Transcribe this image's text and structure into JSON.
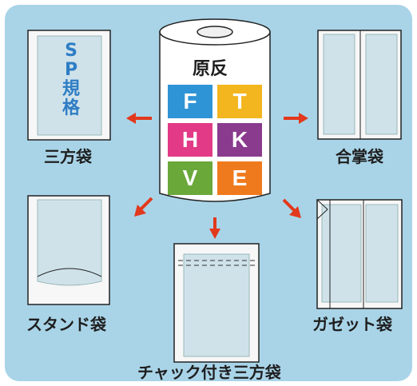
{
  "roll": {
    "title": "原反",
    "tiles": [
      {
        "letter": "F",
        "color": "#2f94d6"
      },
      {
        "letter": "T",
        "color": "#f3b61f"
      },
      {
        "letter": "H",
        "color": "#e23a86"
      },
      {
        "letter": "K",
        "color": "#8a3b8e"
      },
      {
        "letter": "V",
        "color": "#6aa83a"
      },
      {
        "letter": "E",
        "color": "#ef7a1d"
      }
    ]
  },
  "bags": {
    "three_side": {
      "label": "三方袋",
      "inner_text": [
        "S",
        "P",
        "規",
        "格"
      ]
    },
    "center_seal": {
      "label": "合掌袋"
    },
    "stand": {
      "label": "スタンド袋"
    },
    "zipper": {
      "label": "チャック付き三方袋"
    },
    "gusset": {
      "label": "ガゼット袋"
    }
  },
  "colors": {
    "background": "#a9d4e8",
    "bag_fill": "#cfe2ea",
    "bag_border": "#f7f7f7",
    "arrow": "#e2381c",
    "outline": "#222222"
  }
}
